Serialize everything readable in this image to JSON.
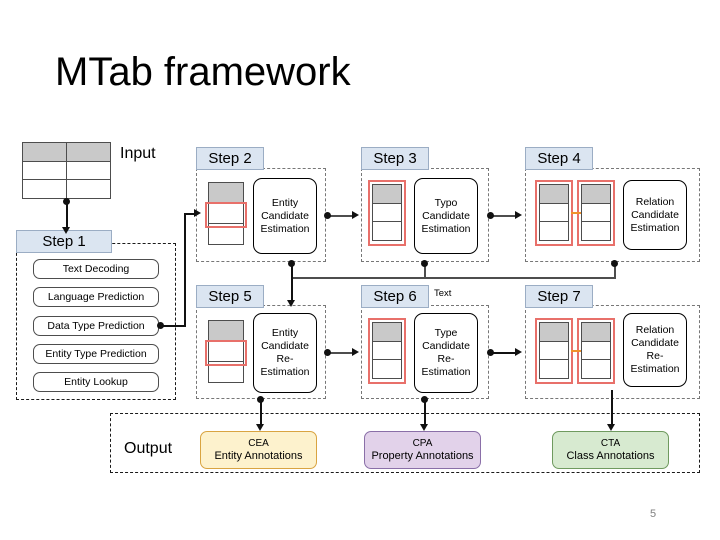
{
  "slide": {
    "title": "MTab framework",
    "page_number": "5"
  },
  "labels": {
    "input": "Input",
    "output": "Output",
    "text": "Text"
  },
  "step1": {
    "label": "Step 1",
    "items": [
      "Text Decoding",
      "Language Prediction",
      "Data Type Prediction",
      "Entity Type Prediction",
      "Entity Lookup"
    ]
  },
  "steps": [
    {
      "label": "Step 2",
      "title": "Entity Candidate Estimation"
    },
    {
      "label": "Step 3",
      "title": "Typo Candidate Estimation"
    },
    {
      "label": "Step 4",
      "title": "Relation Candidate Estimation"
    },
    {
      "label": "Step 5",
      "title": "Entity Candidate Re-Estimation"
    },
    {
      "label": "Step 6",
      "title": "Type Candidate Re-Estimation"
    },
    {
      "label": "Step 7",
      "title": "Relation Candidate Re-Estimation"
    }
  ],
  "outputs": [
    {
      "code": "CEA",
      "desc": "Entity Annotations",
      "fill": "#fdf2cd",
      "border": "#d9a441"
    },
    {
      "code": "CPA",
      "desc": "Property Annotations",
      "fill": "#e2d2ea",
      "border": "#8a6fa8"
    },
    {
      "code": "CTA",
      "desc": "Class Annotations",
      "fill": "#d7ead0",
      "border": "#6f9a5f"
    }
  ],
  "colors": {
    "step_label_fill": "#dbe5f1",
    "step_label_border": "#9badc4",
    "table_header_fill": "#c9c9c9",
    "highlight_red": "#e8706a",
    "relation_link_orange": "#f0922c",
    "connector_gray": "#4d4d4d",
    "page_number_gray": "#808080"
  }
}
